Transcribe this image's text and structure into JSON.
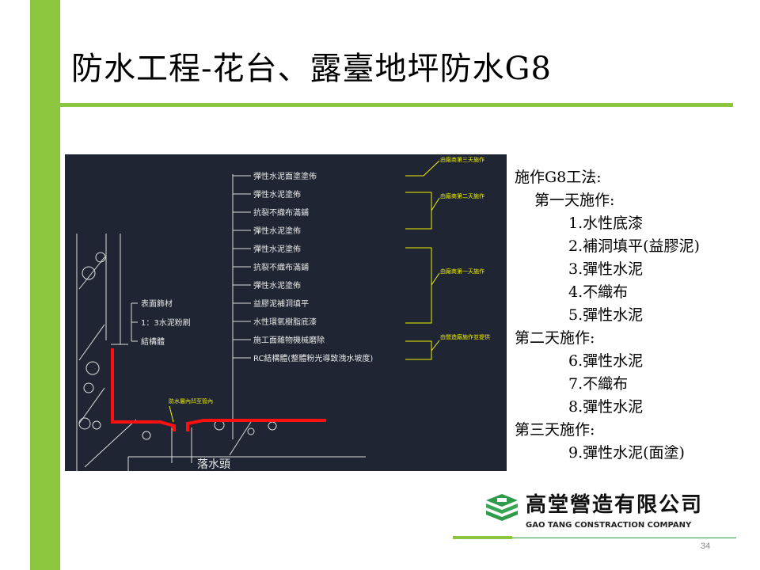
{
  "title": "防水工程-花台、露臺地坪防水G8",
  "drawing": {
    "layers": [
      "彈性水泥面塗塗佈",
      "彈性水泥塗佈",
      "抗裂不織布滿鋪",
      "彈性水泥塗佈",
      "彈性水泥塗佈",
      "抗裂不織布滿鋪",
      "彈性水泥塗佈",
      "益膠泥補洞填平",
      "水性環氧樹脂底漆",
      "施工面雜物機械磨除",
      "RC結構體(整體粉光導致洩水坡度)"
    ],
    "notes": [
      "由廠商第三天施作",
      "由廠商第二天施作",
      "由廠商第一天施作",
      "由營造廠施作並提供"
    ],
    "wall_labels": [
      "表面飾材",
      "1：3水泥粉刷",
      "結構體"
    ],
    "drain_note": "防水層內凹至管內",
    "drain_label": "落水頭"
  },
  "steps": {
    "heading": "施作G8工法:",
    "day1": "第一天施作:",
    "day1_items": [
      "1.水性底漆",
      "2.補洞填平(益膠泥)",
      "3.彈性水泥",
      "4.不織布",
      "5.彈性水泥"
    ],
    "day2": "第二天施作:",
    "day2_items": [
      "6.彈性水泥",
      "7.不織布",
      "8.彈性水泥"
    ],
    "day3": "第三天施作:",
    "day3_items": [
      "9.彈性水泥(面塗)"
    ]
  },
  "logo": {
    "name_zh": "高堂營造有限公司",
    "name_en": "GAO TANG CONSTRACTION COMPANY"
  },
  "page_number": "34",
  "colors": {
    "accent": "#8cc63f",
    "cad_bg": "#1f2532",
    "waterproof": "#ff0000",
    "annotation": "#f0f000"
  }
}
